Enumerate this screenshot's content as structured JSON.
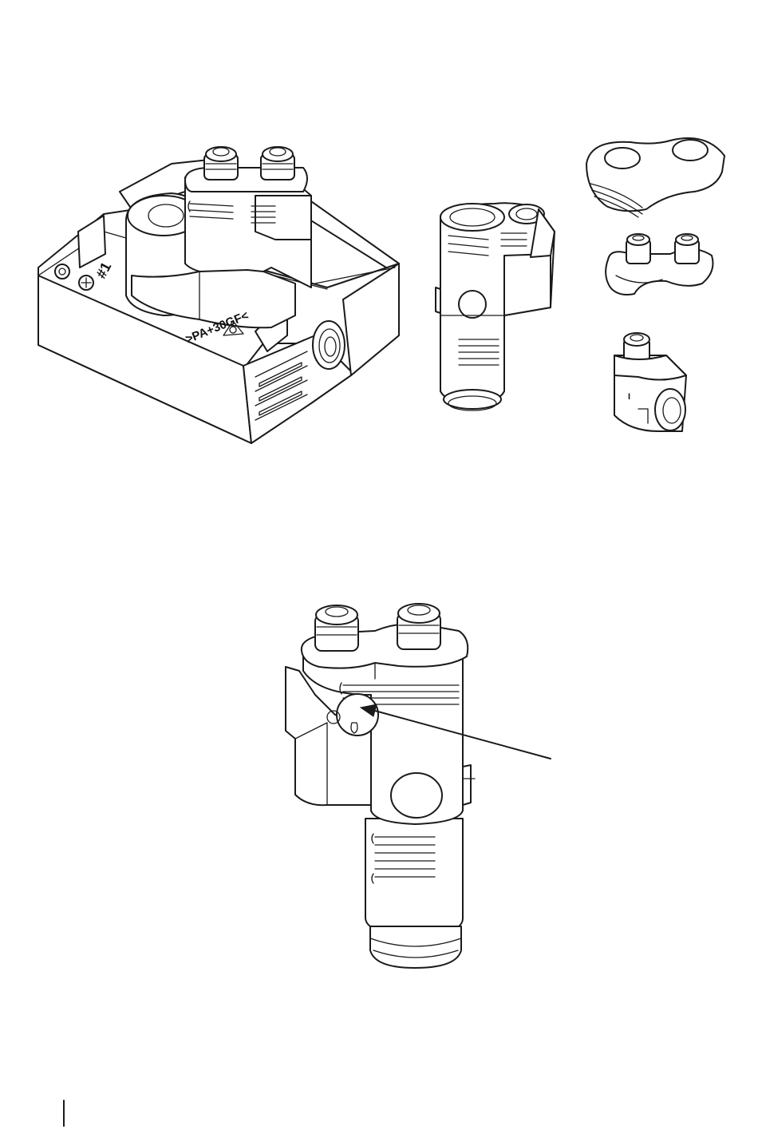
{
  "figure": {
    "housing_label": "#1",
    "material_marking": ">PA+30GF<",
    "adapter_mark": "I"
  },
  "colors": {
    "line": "#1a1a1a",
    "fill": "#ffffff",
    "shade": "#e9e9e9"
  }
}
